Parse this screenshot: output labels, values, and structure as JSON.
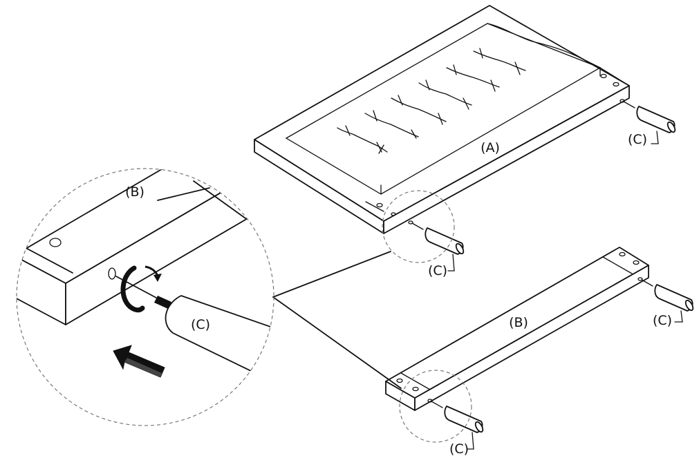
{
  "labels": {
    "headboard": "(A)",
    "rail": "(B)",
    "leg": "(C)"
  },
  "colors": {
    "line": "#111111",
    "background": "#ffffff",
    "detail_circle": "#777777"
  },
  "icons": {
    "rotation": "curved-rotation-arrow-icon",
    "push": "push-direction-arrow-icon"
  }
}
